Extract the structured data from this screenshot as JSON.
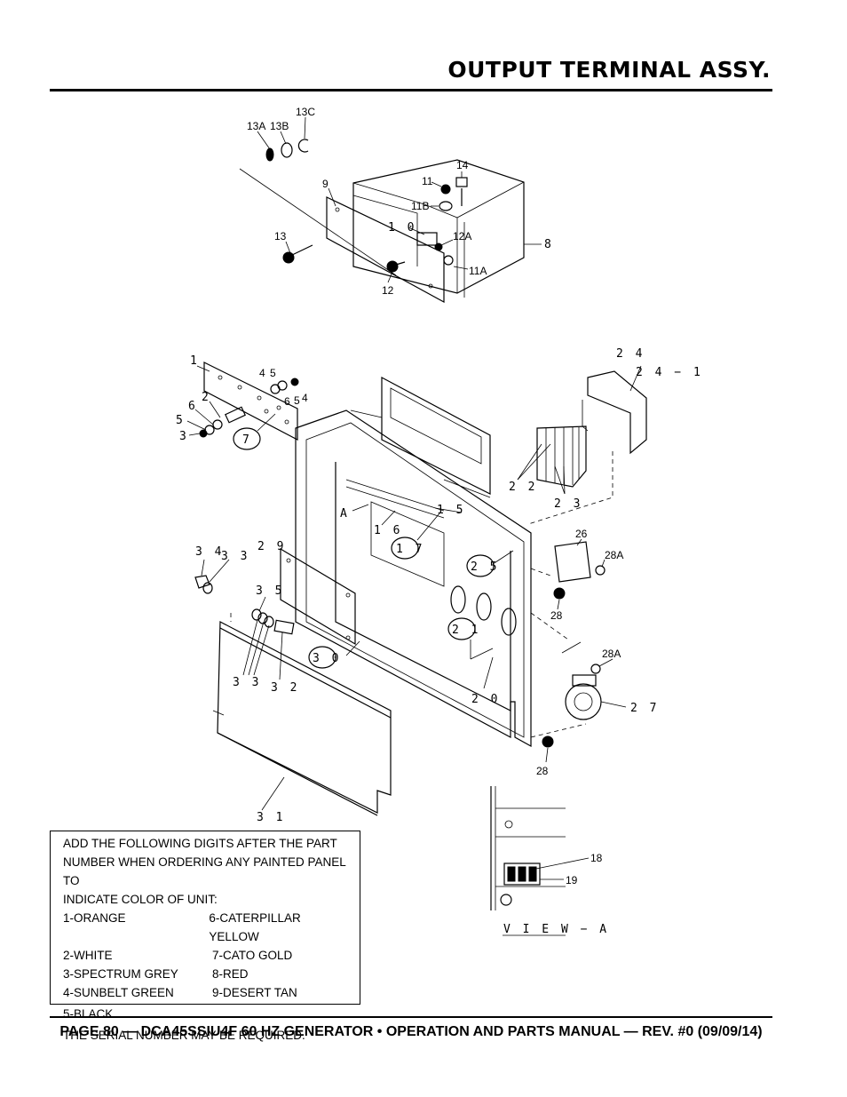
{
  "header": {
    "title": "OUTPUT TERMINAL ASSY."
  },
  "diagram": {
    "labels": {
      "l13C": "13C",
      "l13A": "13A",
      "l13B": "13B",
      "l14": "14",
      "l11": "11",
      "l9": "9",
      "l11B": "11B",
      "l10": "1 0",
      "l12A": "12A",
      "l8": "8",
      "l13": "13",
      "l11A": "11A",
      "l12": "12",
      "l1": "1",
      "l4a": "4",
      "l5a": "5",
      "l2": "2",
      "l6a": "6",
      "l6b": "6",
      "l5b": "5",
      "l4b": "4",
      "l5c": "5",
      "l3": "3",
      "l7": "7",
      "l24": "2 4",
      "l24_1": "2 4 − 1",
      "l22": "2 2",
      "l23": "2 3",
      "lA": "A",
      "l15": "1 5",
      "l16": "1 6",
      "l17": "1 7",
      "l25": "2 5",
      "l26": "26",
      "l28A1": "28A",
      "l34": "3 4",
      "l33a": "3 3",
      "l29": "2 9",
      "l35": "3 5",
      "l28a": "28",
      "l21": "2 1",
      "l30": "3 0",
      "l33b": "3 3",
      "l32": "3 2",
      "l20": "2 0",
      "l28A2": "28A",
      "l27": "2 7",
      "l28b": "28",
      "l31": "3 1",
      "l18": "18",
      "l19": "19",
      "lviewa": "V I E W − A"
    }
  },
  "note": {
    "lines": [
      "ADD THE FOLLOWING DIGITS AFTER THE PART",
      "NUMBER WHEN ORDERING ANY PAINTED PANEL TO",
      "INDICATE COLOR OF UNIT:"
    ],
    "colors": [
      [
        "1-ORANGE",
        "6-CATERPILLAR YELLOW"
      ],
      [
        "2-WHITE",
        "7-CATO GOLD"
      ],
      [
        "3-SPECTRUM GREY",
        "8-RED"
      ],
      [
        "4-SUNBELT GREEN",
        "9-DESERT TAN"
      ]
    ],
    "extra": "5-BLACK",
    "serial": "THE SERIAL NUMBER MAY BE REQUIRED."
  },
  "footer": {
    "text": "PAGE 80 — DCA45SSIU4F 60 HZ GENERATOR • OPERATION AND PARTS MANUAL — REV. #0 (09/09/14)"
  }
}
